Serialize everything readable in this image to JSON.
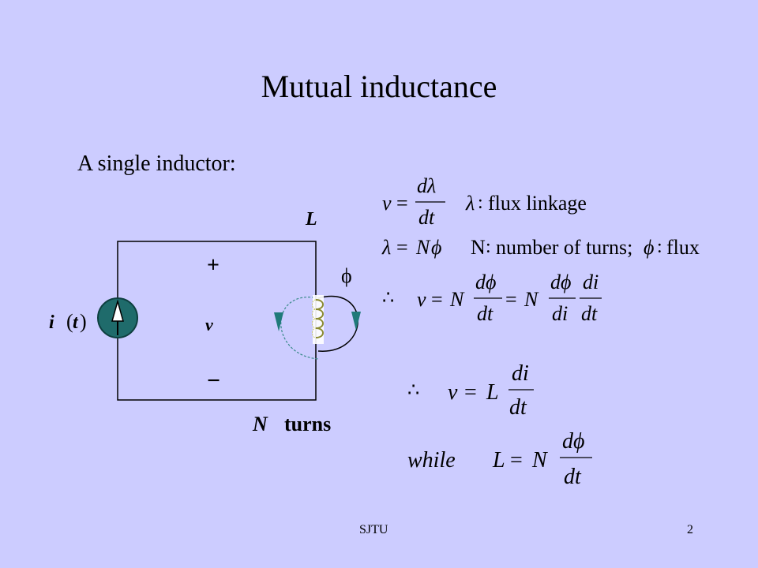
{
  "slide": {
    "title": "Mutual inductance",
    "subtitle": "A single inductor:",
    "footer_left": "SJTU",
    "page_number": "2"
  },
  "diagram": {
    "inductance_label": "L",
    "plus_sign": "+",
    "minus_sign": "−",
    "voltage_label": "v",
    "flux_label": "ϕ",
    "current_i": "i",
    "current_t": "t",
    "turns_n": "N",
    "turns_word": "turns",
    "colors": {
      "source_fill": "#1f6b6b",
      "flux_arrow": "#1f7a7a",
      "coil": "#c8c860",
      "wire": "#000000"
    }
  },
  "equations": {
    "eq1": {
      "v": "v",
      "eq": "=",
      "num": "dλ",
      "den": "dt",
      "lambda": "λ",
      "colon": ":",
      "desc": "flux linkage"
    },
    "eq2": {
      "lhs": "λ",
      "eq": "=",
      "rhs_n": "N",
      "rhs_phi": "ϕ",
      "n_label": "N",
      "colon": ":",
      "desc1": "number of turns;",
      "phi": "ϕ",
      "colon2": ":",
      "desc2": "flux"
    },
    "eq3": {
      "therefore": "∴",
      "v": "v",
      "eq": "=",
      "n1": "N",
      "num1": "dϕ",
      "den1": "dt",
      "eq2": "=",
      "n2": "N",
      "num2": "dϕ",
      "den2": "di",
      "num3": "di",
      "den3": "dt"
    },
    "eq4": {
      "therefore": "∴",
      "v": "v",
      "eq": "=",
      "l": "L",
      "num": "di",
      "den": "dt"
    },
    "eq5": {
      "while": "while",
      "l": "L",
      "eq": "=",
      "n": "N",
      "num": "dϕ",
      "den": "dt"
    }
  }
}
